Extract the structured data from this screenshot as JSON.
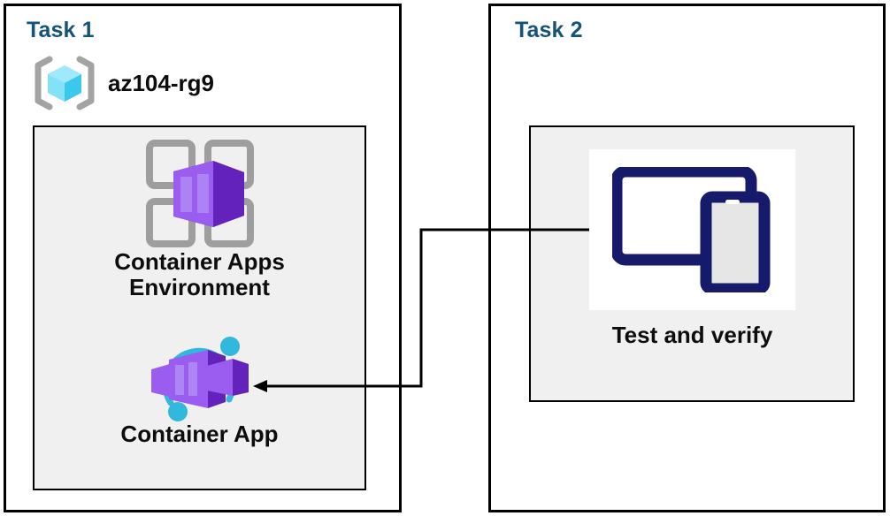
{
  "diagram": {
    "title_color": "#16537a",
    "panel_bg": "#f0f0f0",
    "border_color": "#000000",
    "connector_color": "#000000"
  },
  "task1": {
    "title": "Task 1",
    "resource_group": {
      "icon": "azure-resource-group-icon",
      "label": "az104-rg9"
    },
    "nodes": [
      {
        "icon": "container-apps-environment-icon",
        "label": "Container Apps\nEnvironment"
      },
      {
        "icon": "container-app-icon",
        "label": "Container App"
      }
    ]
  },
  "task2": {
    "title": "Task 2",
    "nodes": [
      {
        "icon": "devices-test-icon",
        "label": "Test and verify"
      }
    ]
  },
  "connector": {
    "from": "devices-test-icon",
    "to": "container-app-icon",
    "arrow_direction": "left"
  }
}
